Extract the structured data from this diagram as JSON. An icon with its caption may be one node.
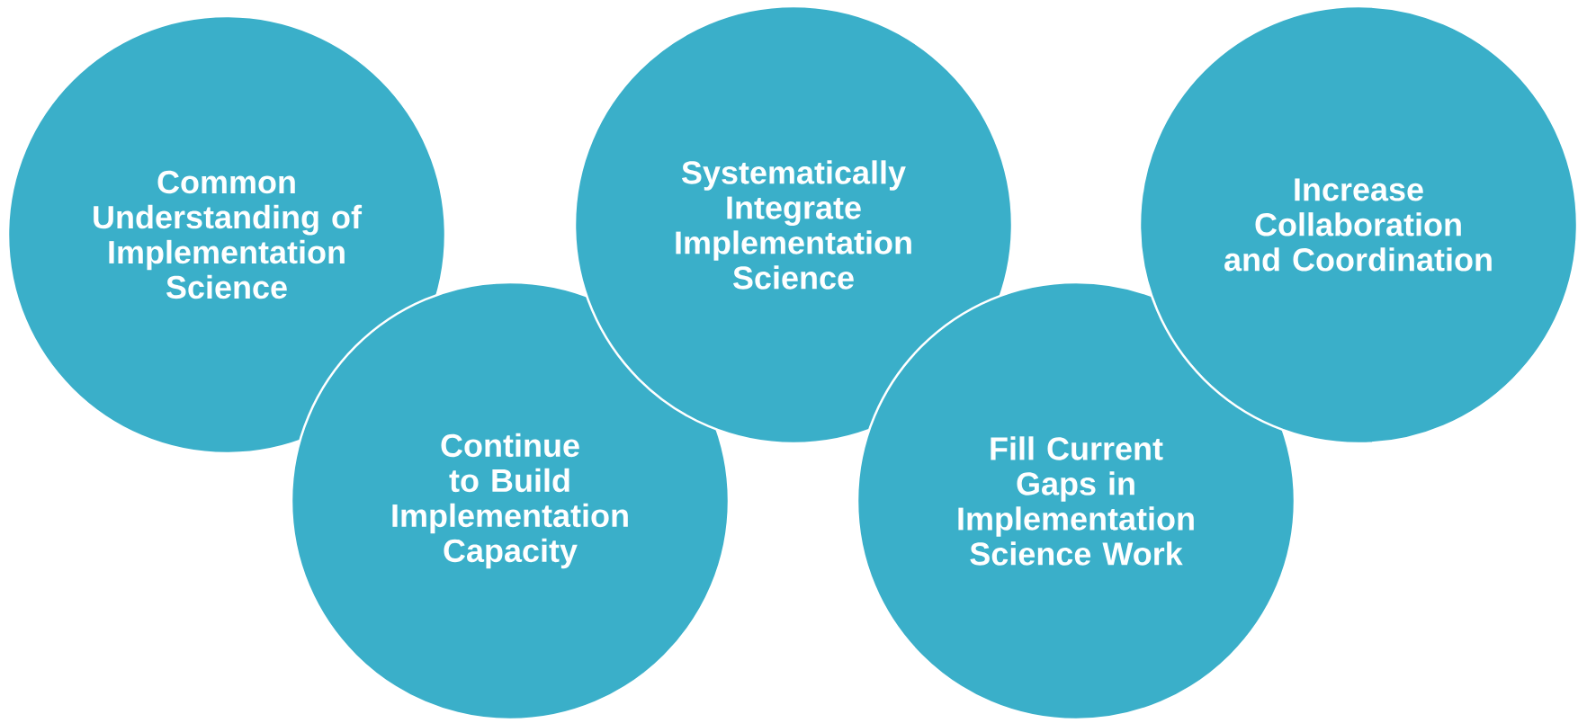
{
  "diagram": {
    "nodes": [
      {
        "text": [
          "Common Understanding of Implementation Science"
        ]
      },
      {
        "text": [
          "Continue to Build Implementation Capacity"
        ]
      },
      {
        "text": [
          "Systematically Integrate Implementation Science"
        ]
      },
      {
        "text": [
          "Fill Current Gaps in Implementation Science Work"
        ]
      },
      {
        "text": [
          "Increase Collaboration and Coordination"
        ]
      }
    ]
  }
}
